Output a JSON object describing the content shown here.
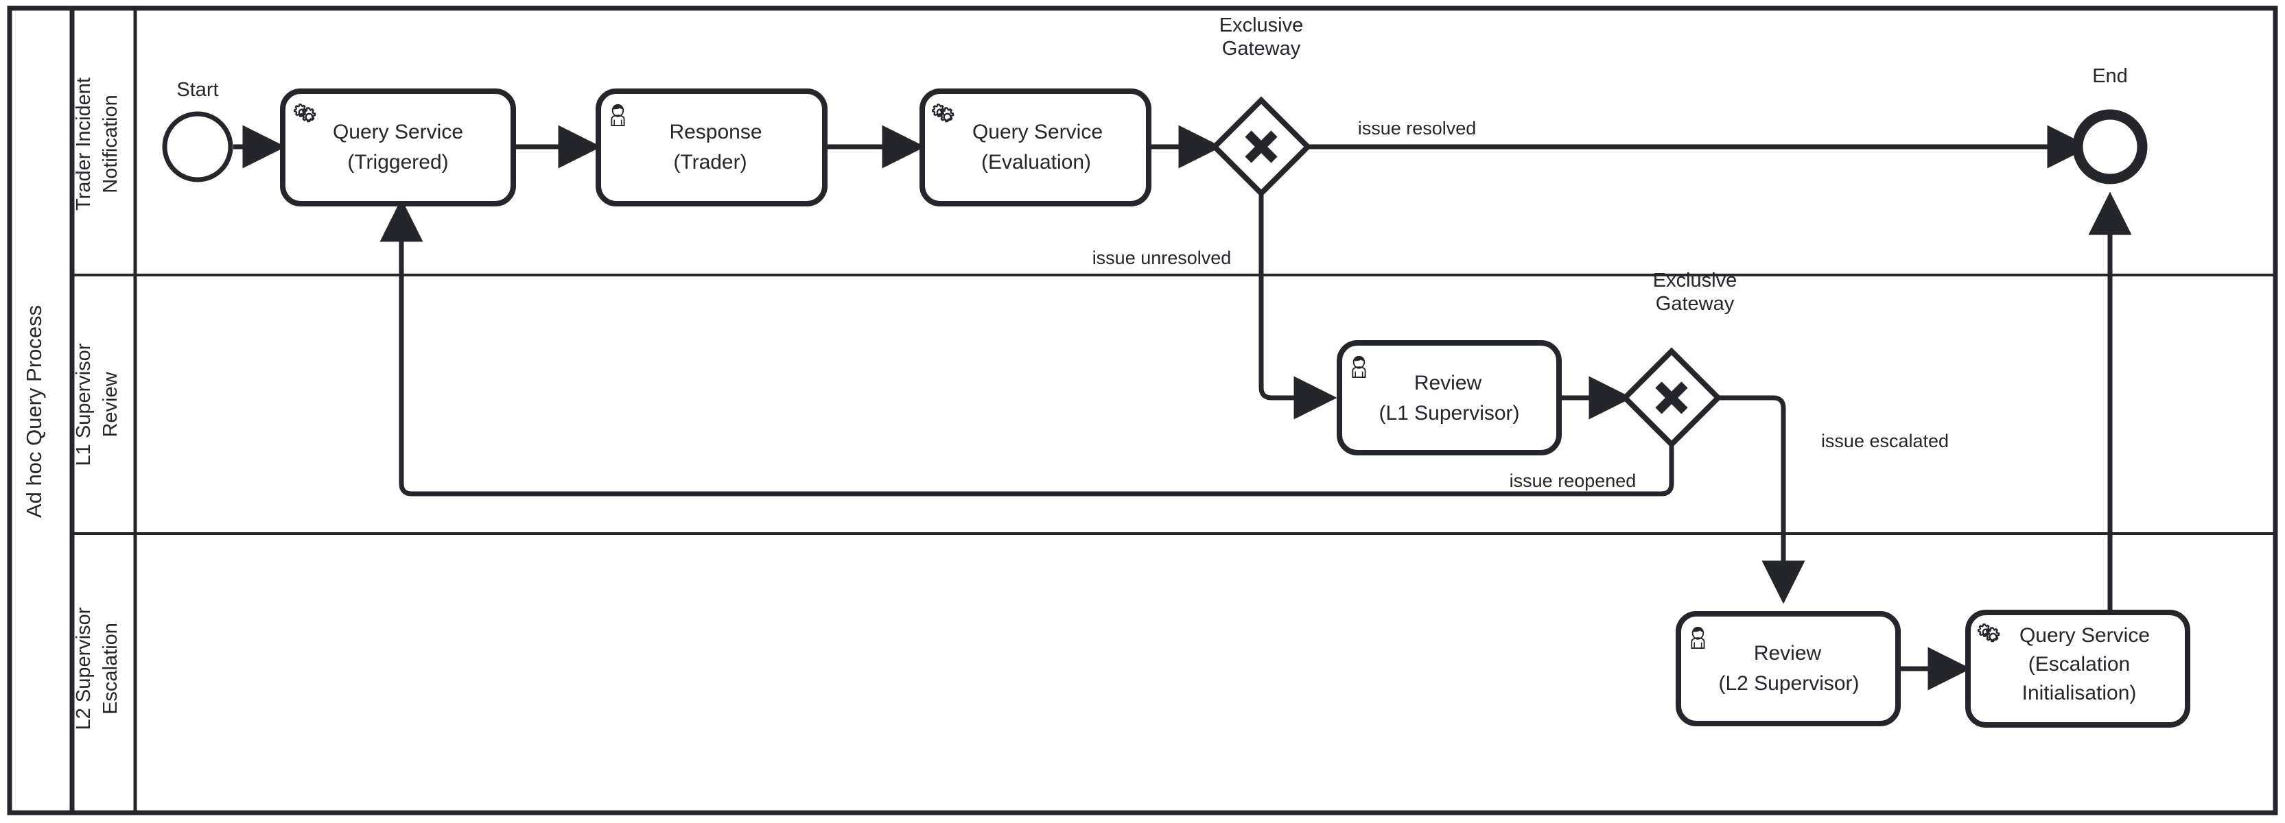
{
  "diagram": {
    "kind": "bpmn-collaboration",
    "pool": {
      "label": "Ad hoc Query Process"
    },
    "colors": {
      "stroke": "#24262b",
      "fill": "#ffffff",
      "lane_divider": "#24262b",
      "text": "#24262b"
    },
    "lanes": [
      {
        "id": "lane-trader",
        "label": "Trader Incident\nNotification",
        "line1": "Trader Incident",
        "line2": "Notification"
      },
      {
        "id": "lane-l1",
        "label": "L1 Supervisor\nReview",
        "line1": "L1 Supervisor",
        "line2": "Review"
      },
      {
        "id": "lane-l2",
        "label": "L2 Supervisor\nEscalation",
        "line1": "L2 Supervisor",
        "line2": "Escalation"
      }
    ],
    "events": [
      {
        "id": "start",
        "type": "start-event",
        "label": "Start"
      },
      {
        "id": "end",
        "type": "end-event",
        "label": "End"
      }
    ],
    "gateways": [
      {
        "id": "gw1",
        "type": "exclusive-gateway",
        "marker": "X",
        "label_line1": "Exclusive",
        "label_line2": "Gateway"
      },
      {
        "id": "gw2",
        "type": "exclusive-gateway",
        "marker": "X",
        "label_line1": "Exclusive",
        "label_line2": "Gateway"
      }
    ],
    "tasks": [
      {
        "id": "t1",
        "icon": "service-gear-icon",
        "type": "service-task",
        "line1": "Query Service",
        "line2": "(Triggered)",
        "lane": "lane-trader"
      },
      {
        "id": "t2",
        "icon": "user-person-icon",
        "type": "user-task",
        "line1": "Response",
        "line2": "(Trader)",
        "lane": "lane-trader"
      },
      {
        "id": "t3",
        "icon": "service-gear-icon",
        "type": "service-task",
        "line1": "Query Service",
        "line2": "(Evaluation)",
        "lane": "lane-trader"
      },
      {
        "id": "t4",
        "icon": "user-person-icon",
        "type": "user-task",
        "line1": "Review",
        "line2": "(L1 Supervisor)",
        "lane": "lane-l1"
      },
      {
        "id": "t5",
        "icon": "user-person-icon",
        "type": "user-task",
        "line1": "Review",
        "line2": "(L2 Supervisor)",
        "lane": "lane-l2"
      },
      {
        "id": "t6",
        "icon": "service-gear-icon",
        "type": "service-task",
        "line1": "Query Service",
        "line2": "(Escalation",
        "line3": "Initialisation)",
        "lane": "lane-l2"
      }
    ],
    "flows": [
      {
        "id": "f1",
        "from": "start",
        "to": "t1",
        "label": ""
      },
      {
        "id": "f2",
        "from": "t1",
        "to": "t2",
        "label": ""
      },
      {
        "id": "f3",
        "from": "t2",
        "to": "t3",
        "label": ""
      },
      {
        "id": "f4",
        "from": "t3",
        "to": "gw1",
        "label": ""
      },
      {
        "id": "f5",
        "from": "gw1",
        "to": "end",
        "label": "issue resolved"
      },
      {
        "id": "f6",
        "from": "gw1",
        "to": "t4",
        "label": "issue unresolved"
      },
      {
        "id": "f7",
        "from": "t4",
        "to": "gw2",
        "label": ""
      },
      {
        "id": "f8",
        "from": "gw2",
        "to": "t1",
        "label": "issue reopened"
      },
      {
        "id": "f9",
        "from": "gw2",
        "to": "t5",
        "label": "issue escalated"
      },
      {
        "id": "f10",
        "from": "t5",
        "to": "t6",
        "label": ""
      },
      {
        "id": "f11",
        "from": "t6",
        "to": "end",
        "label": ""
      }
    ]
  }
}
